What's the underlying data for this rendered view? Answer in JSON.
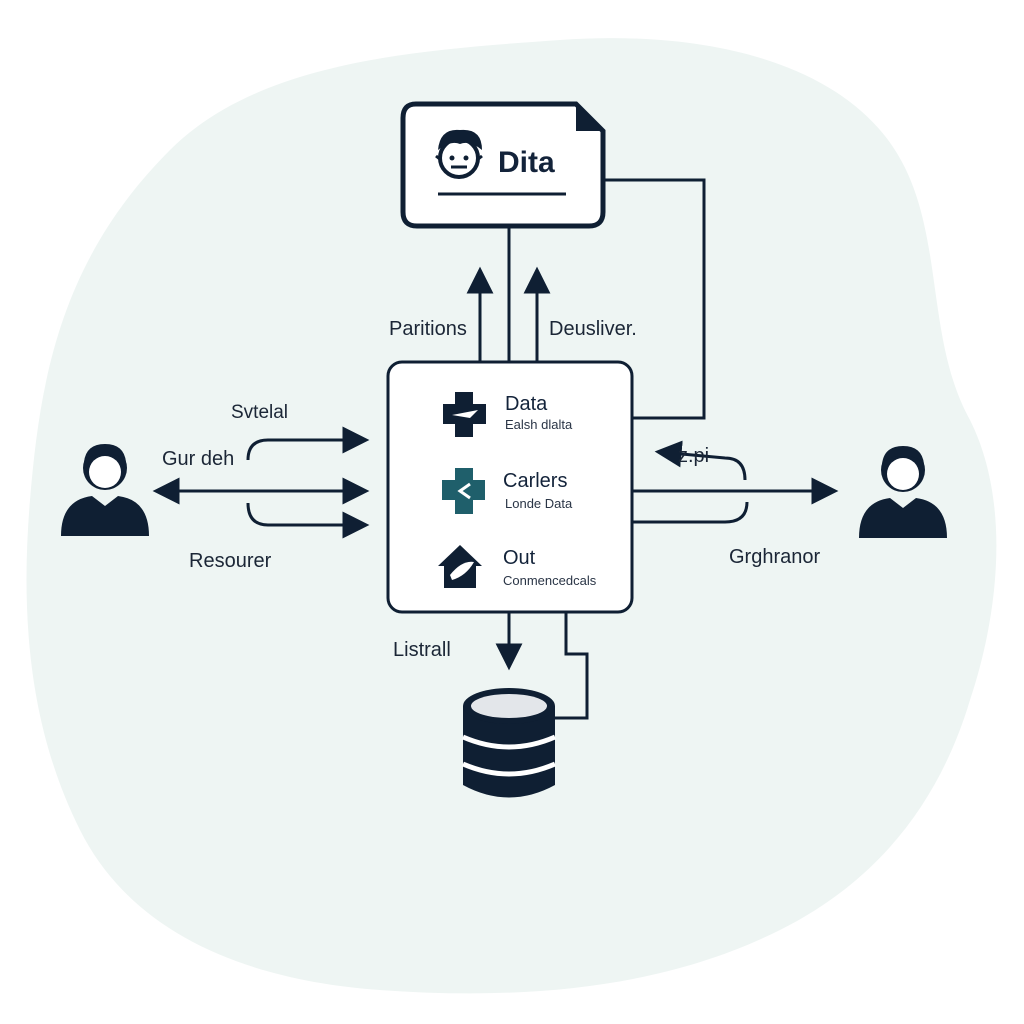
{
  "document": {
    "title": "Dita"
  },
  "process": {
    "rows": [
      {
        "title": "Data",
        "subtitle": "Ealsh dlalta",
        "icon": "medical-cross-arrow-icon"
      },
      {
        "title": "Carlers",
        "subtitle": "Londe Data",
        "icon": "teal-cross-chevron-icon"
      },
      {
        "title": "Out",
        "subtitle": "Conmencedcals",
        "icon": "house-feather-icon"
      }
    ]
  },
  "labels": {
    "up_left": "Paritions",
    "up_right": "Deusliver.",
    "left_top": "Svtelal",
    "left_mid": "Gur deh",
    "left_bottom": "Resourer",
    "right_top": "z.pi",
    "right_bottom": "Grghranor",
    "down": "Listrall"
  },
  "actors": {
    "left": "user-icon",
    "right": "user-icon"
  },
  "storage": {
    "icon": "database-icon"
  },
  "colors": {
    "navy": "#0f1f33",
    "teal": "#1f5f6b",
    "blob": "#eef5f3"
  }
}
